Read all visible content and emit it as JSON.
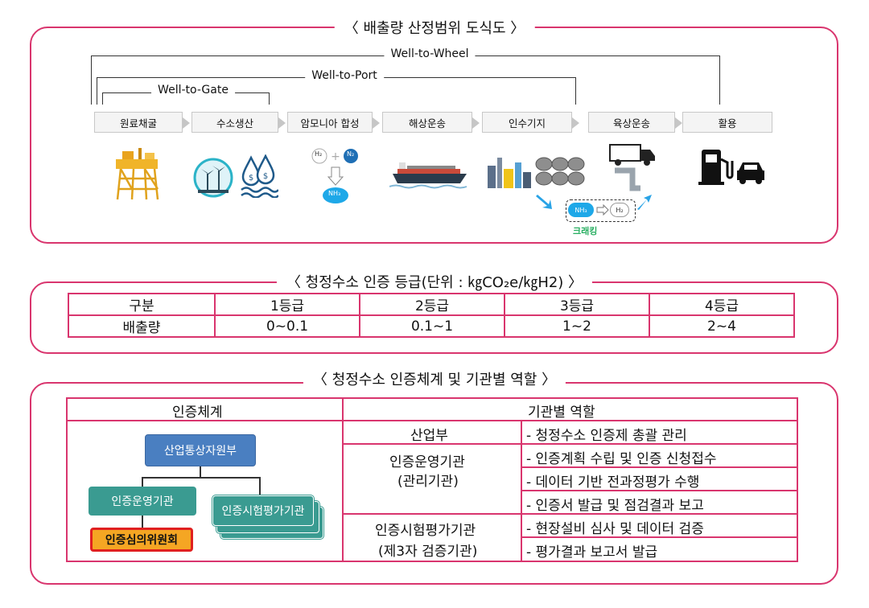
{
  "scope": {
    "title": "〈 배출량 산정범위 도식도 〉",
    "wtw": "Well-to-Wheel",
    "wtp": "Well-to-Port",
    "wtg": "Well-to-Gate",
    "steps": [
      "원료채굴",
      "수소생산",
      "암모니아 합성",
      "해상운송",
      "인수기지",
      "육상운송",
      "활용"
    ],
    "h2": "H₂",
    "n2": "N₂",
    "nh3": "NH₃",
    "cracking_from": "NH₃",
    "cracking_to": "H₂",
    "cracking_label": "크래킹"
  },
  "grades": {
    "title": "〈 청정수소 인증 등급(단위 : ㎏CO₂e/㎏H2) 〉",
    "header": [
      "구분",
      "1등급",
      "2등급",
      "3등급",
      "4등급"
    ],
    "row": [
      "배출량",
      "0~0.1",
      "0.1~1",
      "1~2",
      "2~4"
    ]
  },
  "system": {
    "title": "〈 청정수소 인증체계 및 기관별 역할 〉",
    "col1_header": "인증체계",
    "col2_header": "기관별 역할",
    "org_top": "산업통상자원부",
    "org_mid_left": "인증운영기관",
    "org_mid_right": "인증시험평가기관",
    "org_bottom": "인증심의위원회",
    "agency1": "산업부",
    "agency2_line1": "인증운영기관",
    "agency2_line2": "(관리기관)",
    "agency3_line1": "인증시험평가기관",
    "agency3_line2": "(제3자 검증기관)",
    "roles": [
      "- 청정수소 인증제 총괄 관리",
      "- 인증계획 수립 및 인증 신청접수",
      "- 데이터 기반 전과정평가 수행",
      "- 인증서 발급 및 점검결과 보고",
      "- 현장설비 심사 및 데이터 검증",
      "- 평가결과 보고서 발급"
    ]
  },
  "colors": {
    "frame": "#d9356e",
    "org_blue": "#4a7fc1",
    "org_teal": "#3a9b91",
    "org_orange": "#f5a623",
    "org_red": "#e02020",
    "cracking": "#27ae60"
  }
}
